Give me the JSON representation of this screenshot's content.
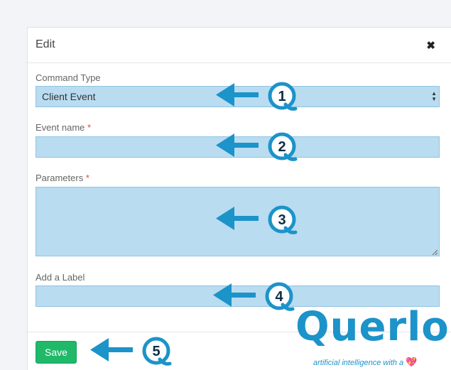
{
  "modal": {
    "title": "Edit",
    "close_glyph": "✖",
    "required_mark": "*",
    "fields": {
      "command_type": {
        "label": "Command Type",
        "value": "Client Event"
      },
      "event_name": {
        "label": "Event name",
        "value": ""
      },
      "parameters": {
        "label": "Parameters",
        "value": ""
      },
      "add_label": {
        "label": "Add a Label",
        "value": ""
      }
    },
    "save_label": "Save"
  },
  "callouts": [
    "1",
    "2",
    "3",
    "4",
    "5"
  ],
  "brand": {
    "name": "Querlo",
    "tagline": "artificial intelligence with a",
    "heart_glyph": "💖"
  },
  "colors": {
    "field_fill": "#b9dcf0",
    "field_border": "#8ec4e3",
    "callout_blue": "#1c93c9",
    "save_green": "#1fb969",
    "required_red": "#e04a3f"
  },
  "icons": [
    "close-icon",
    "select-arrows-icon",
    "resize-grip-icon",
    "arrow-left-icon",
    "heart-icon"
  ]
}
